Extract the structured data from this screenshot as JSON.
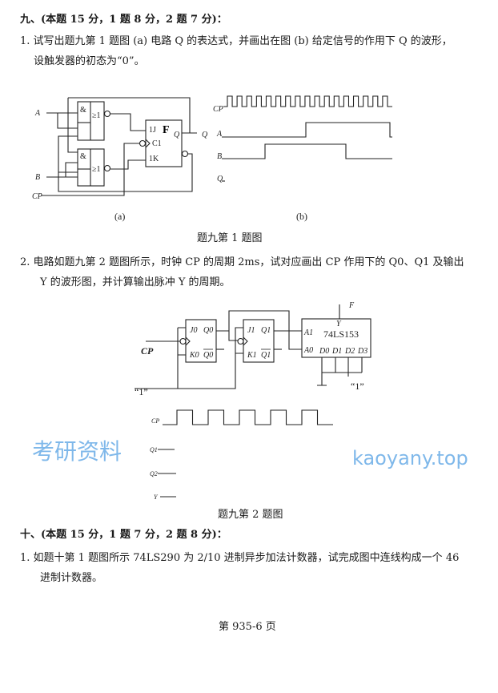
{
  "section9": {
    "heading": "九、(本题 15 分，1 题 8 分，2 题 7 分)：",
    "q1_line1": "1. 试写出题九第 1 题图 (a) 电路 Q 的表达式，并画出在图 (b) 给定信号的作用下 Q 的波形，",
    "q1_line2": "设触发器的初态为“0”。",
    "fig1": {
      "circuit": {
        "input_a": "A",
        "input_b": "B",
        "input_cp": "CP",
        "and1": "&",
        "or1": "≥1",
        "and2": "&",
        "or2": "≥1",
        "ff_name": "F",
        "ff_j": "1J",
        "ff_c": "C1",
        "ff_k": "1K",
        "ff_q": "Q",
        "output": "Q"
      },
      "waveforms": {
        "cp": "CP",
        "a": "A",
        "b": "B",
        "q": "Q",
        "cp_pulses": 17
      },
      "label_a": "(a)",
      "label_b": "(b)",
      "caption": "题九第 1 题图"
    },
    "q2_line1": "2. 电路如题九第 2 题图所示，时钟 CP 的周期 2ms，试对应画出 CP 作用下的 Q0、Q1 及输出",
    "q2_line2": "Y 的波形图，并计算输出脉冲 Y 的周期。",
    "fig2": {
      "circuit": {
        "j0": "J0",
        "q0": "Q0",
        "k0": "K0",
        "q0bar": "Q0",
        "j1": "J1",
        "q1": "Q1",
        "k1": "K1",
        "q1bar": "Q1",
        "mux": "74LS153",
        "y": "Y",
        "f": "F",
        "a1": "A1",
        "a0": "A0",
        "d0": "D0",
        "d1": "D1",
        "d2": "D2",
        "d3": "D3",
        "cp": "CP",
        "one_left": "“1”",
        "one_right": "“1”"
      },
      "waveforms": {
        "cp": "CP",
        "q1": "Q1",
        "q2": "Q2",
        "y": "Y",
        "cp_pulses": 5
      },
      "caption": "题九第 2 题图"
    }
  },
  "section10": {
    "heading": "十、(本题 15 分，1 题 7 分，2 题 8 分)：",
    "q1_line1": "1.  如题十第 1 题图所示 74LS290 为 2/10 进制异步加法计数器，试完成图中连线构成一个 46",
    "q1_line2": "进制计数器。"
  },
  "footer": {
    "page": "第 935-6 页"
  },
  "watermark": {
    "cn": "考研资料",
    "url": "kaoyany.top",
    "color": "#7fb8ea"
  }
}
